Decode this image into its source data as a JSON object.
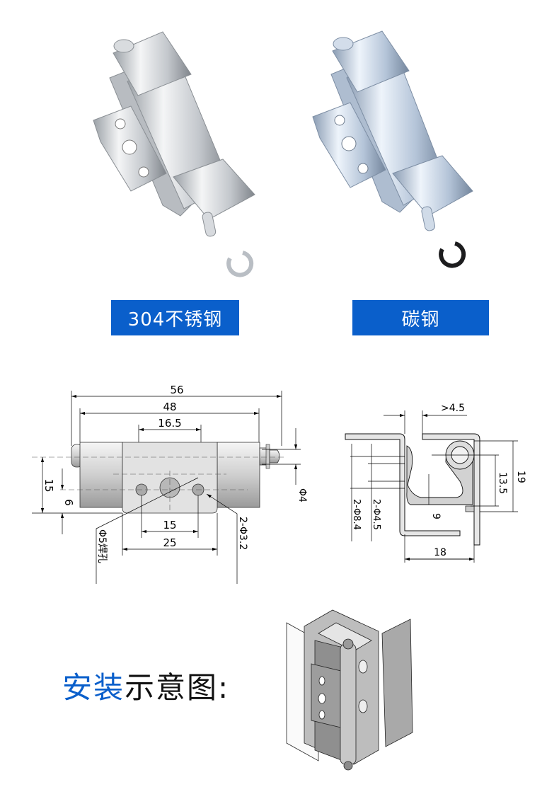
{
  "products": [
    {
      "material_label": "304不锈钢",
      "clip_color": "#b9bec4",
      "metal_light": "#eef0f2",
      "metal_mid": "#c9cdd2",
      "metal_dark": "#8d9298"
    },
    {
      "material_label": "碳钢",
      "clip_color": "#1c1c1e",
      "metal_light": "#eaf1fa",
      "metal_mid": "#b8c8dc",
      "metal_dark": "#7f92aa"
    }
  ],
  "label_color": "#0a5fcb",
  "front_view": {
    "dims": {
      "overall_length": "56",
      "body_length": "48",
      "hole_spacing_top": "16.5",
      "height": "15",
      "hole_offset": "6",
      "hole_spacing_bottom": "15",
      "plate_width": "25",
      "pin_diameter": "Φ4",
      "weld_hole": "Φ5焊孔",
      "small_holes": "2-Φ3.2"
    }
  },
  "side_view": {
    "dims": {
      "gap": ">4.5",
      "pin_height": "13.5",
      "overall_height": "19",
      "bottom_offset": "9",
      "width": "18",
      "holes_a": "2-Φ4.5",
      "holes_b": "2-Φ8.4"
    }
  },
  "install": {
    "title_highlight": "安装",
    "title_rest": "示意图:"
  }
}
